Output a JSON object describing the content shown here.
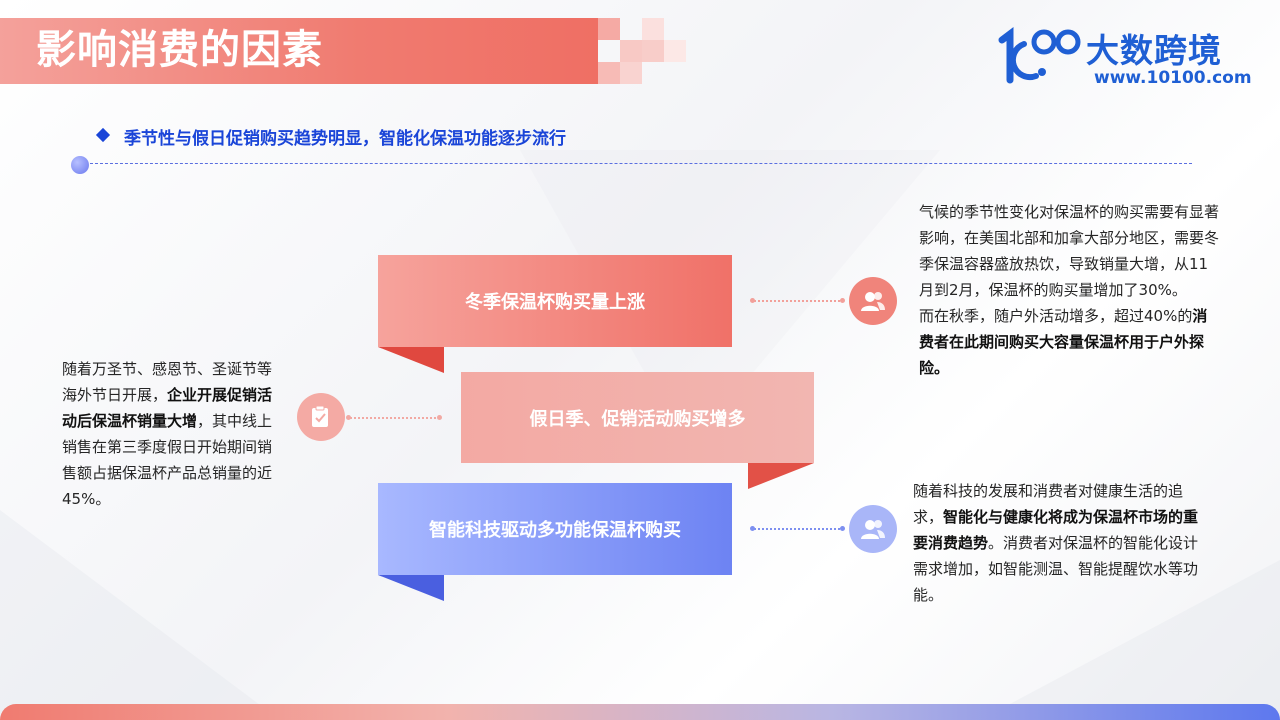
{
  "header": {
    "title": "影响消费的因素"
  },
  "logo": {
    "mark_text": "100",
    "name": "大数跨境",
    "url": "www.10100.com"
  },
  "subtitle": "季节性与假日促销购买趋势明显，智能化保温功能逐步流行",
  "banners": [
    {
      "label": "冬季保温杯购买量上涨"
    },
    {
      "label": "假日季、促销活动购买增多"
    },
    {
      "label": "智能科技驱动多功能保温杯购买"
    }
  ],
  "blocks": {
    "right1": {
      "p1": "气候的季节性变化对保温杯的购买需要有显著影响，在美国北部和加拿大部分地区，需要冬季保温容器盛放热饮，导致销量大增，从11月到2月，保温杯的购买量增加了30%。",
      "p2_pre": "而在秋季，随户外活动增多，超过40%的",
      "p2_bold": "消费者在此期间购买大容量保温杯用于户外探险。"
    },
    "left": {
      "pre": "随着万圣节、感恩节、圣诞节等海外节日开展，",
      "bold": "企业开展促销活动后保温杯销量大增",
      "post": "，其中线上销售在第三季度假日开始期间销售额占据保温杯产品总销量的近45%。"
    },
    "right2": {
      "pre": "随着科技的发展和消费者对健康生活的追求，",
      "bold": "智能化与健康化将成为保温杯市场的重要消费趋势",
      "post": "。消费者对保温杯的智能化设计需求增加，如智能测温、智能提醒饮水等功能。"
    }
  },
  "icons": [
    "users-icon",
    "checklist-icon",
    "users-icon"
  ],
  "colors": {
    "accent_red": "#f07168",
    "accent_blue": "#1a45d8",
    "banner_blue": "#6d83f3"
  }
}
